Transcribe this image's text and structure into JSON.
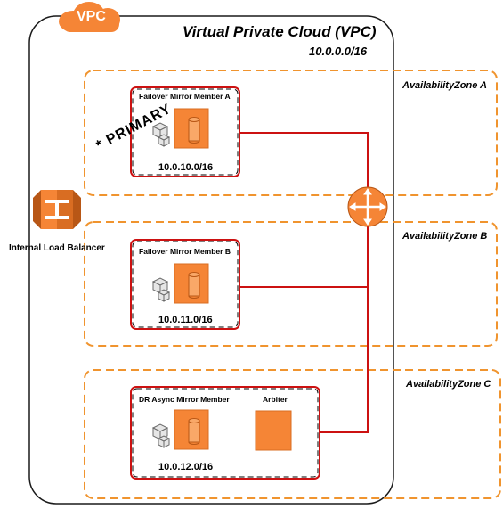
{
  "colors": {
    "orange": "#f58536",
    "orange_dark": "#b85716",
    "red_line": "#cc1111",
    "dash": "#f0942e"
  },
  "vpc": {
    "tag": "VPC",
    "title": "Virtual Private Cloud (VPC)",
    "cidr": "10.0.0.0/16"
  },
  "load_balancer": {
    "label": "Internal Load  Balancer",
    "icon": "elb-icon"
  },
  "zones": [
    {
      "label": "AvailabilityZone A"
    },
    {
      "label": "AvailabilityZone B"
    },
    {
      "label": "AvailabilityZone C"
    }
  ],
  "members": [
    {
      "title": "Failover Mirror Member A",
      "cidr": "10.0.10.0/16",
      "badge": "* PRIMARY"
    },
    {
      "title": "Failover Mirror Member B",
      "cidr": "10.0.11.0/16"
    },
    {
      "title": "DR Async Mirror Member",
      "cidr": "10.0.12.0/16",
      "arbiter": "Arbiter"
    }
  ],
  "router": {
    "icon": "router-icon"
  }
}
